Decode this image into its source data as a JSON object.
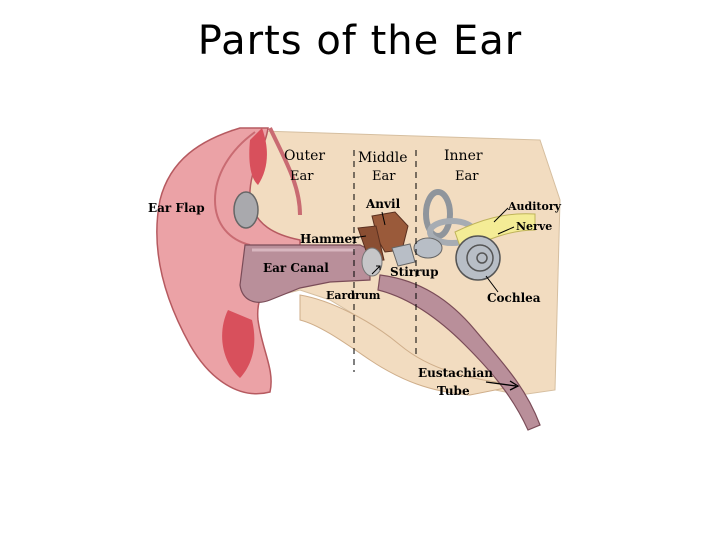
{
  "title": "Parts of the Ear",
  "sections": {
    "outer": [
      "Outer",
      "Ear"
    ],
    "middle": [
      "Middle",
      "Ear"
    ],
    "inner": [
      "Inner",
      "Ear"
    ]
  },
  "labels": {
    "ear_flap": "Ear Flap",
    "anvil": "Anvil",
    "auditory_nerve": [
      "Auditory",
      "Nerve"
    ],
    "hammer": "Hammer",
    "ear_canal": "Ear Canal",
    "stirrup": "Stirrup",
    "eardrum": "Eardrum",
    "cochlea": "Cochlea",
    "eustachian_tube": [
      "Eustachian",
      "Tube"
    ]
  },
  "colors": {
    "skin": "#f2dcc0",
    "flesh_pink": "#eba2a6",
    "deep_red": "#d8505c",
    "canal": "#b98f9a",
    "bone_brown": "#9a5a3a",
    "labyrinth_gray": "#b8bec6",
    "nerve_yellow": "#f4ec96"
  }
}
